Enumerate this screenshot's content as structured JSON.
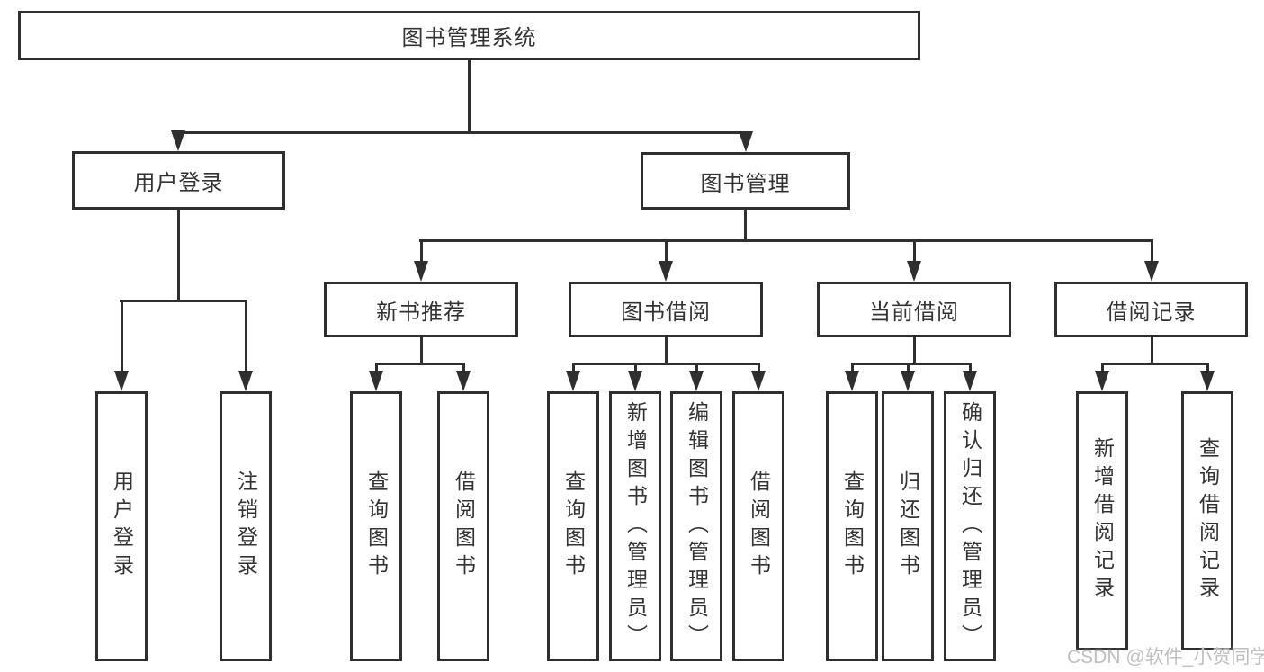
{
  "diagram": {
    "type": "hierarchy-tree",
    "colors": {
      "background": "#ffffff",
      "line": "#2f2f2f",
      "box_border": "#2f2f2f",
      "text": "#333333",
      "watermark": "#bfbfbf"
    },
    "nodes": {
      "root": "图书管理系统",
      "user_login": "用户登录",
      "book_mgmt": "图书管理",
      "new_book_rec": "新书推荐",
      "book_borrow": "图书借阅",
      "current_borrow": "当前借阅",
      "borrow_records": "借阅记录",
      "leaf_user_login": "用户登录",
      "leaf_logout": "注销登录",
      "leaf_nbr_query": "查询图书",
      "leaf_nbr_borrow": "借阅图书",
      "leaf_bb_query": "查询图书",
      "leaf_bb_add": "新增图书（管理员）",
      "leaf_bb_edit": "编辑图书（管理员）",
      "leaf_bb_borrow": "借阅图书",
      "leaf_cb_query": "查询图书",
      "leaf_cb_return": "归还图书",
      "leaf_cb_confirm": "确认归还（管理员）",
      "leaf_br_add": "新增借阅记录",
      "leaf_br_query": "查询借阅记录"
    },
    "hierarchy": {
      "图书管理系统": {
        "用户登录": [
          "用户登录",
          "注销登录"
        ],
        "图书管理": {
          "新书推荐": [
            "查询图书",
            "借阅图书"
          ],
          "图书借阅": [
            "查询图书",
            "新增图书（管理员）",
            "编辑图书（管理员）",
            "借阅图书"
          ],
          "当前借阅": [
            "查询图书",
            "归还图书",
            "确认归还（管理员）"
          ],
          "借阅记录": [
            "新增借阅记录",
            "查询借阅记录"
          ]
        }
      }
    },
    "watermark": "CSDN @软件_小贺同学"
  }
}
